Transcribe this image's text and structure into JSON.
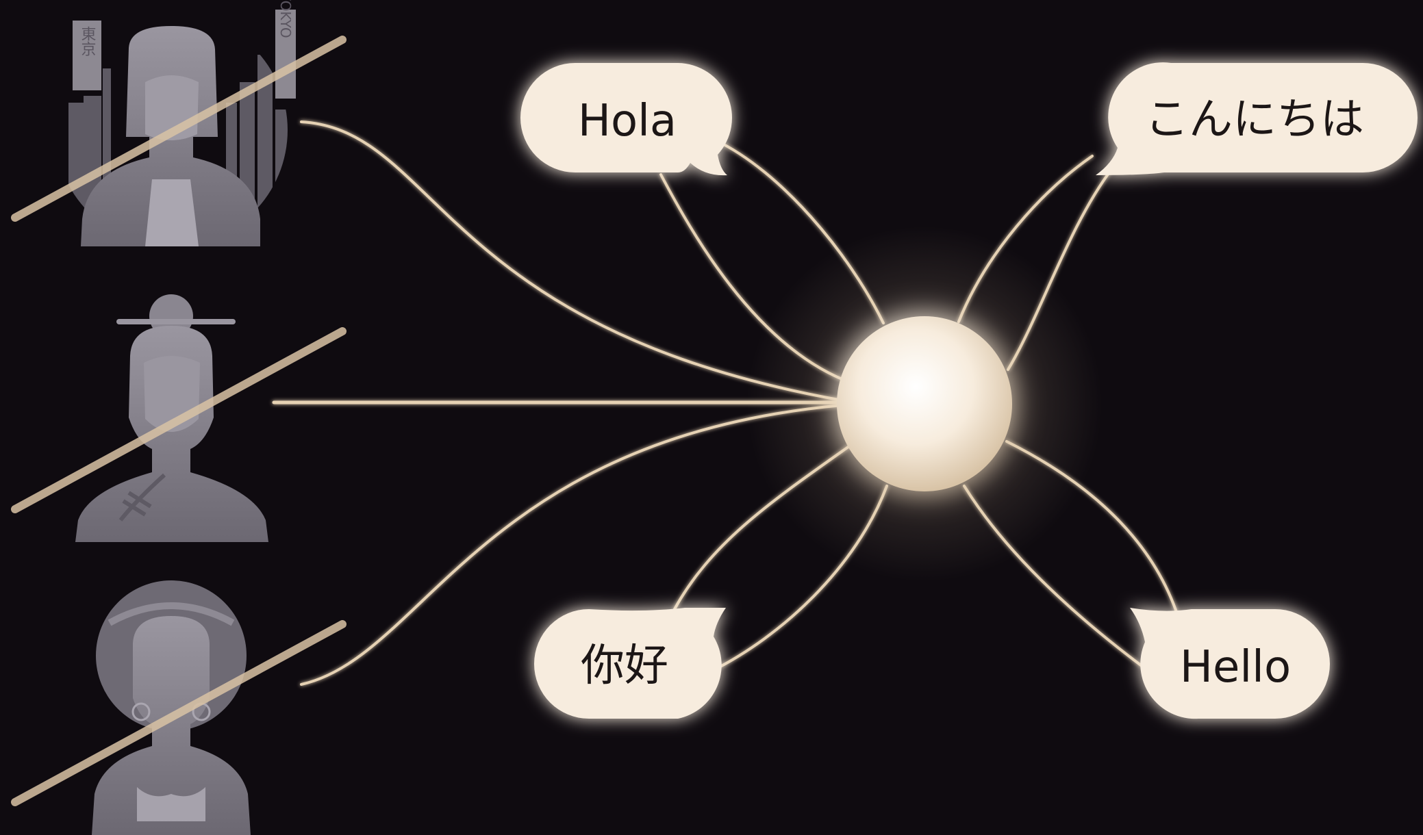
{
  "colors": {
    "background": "#0f0b10",
    "line": "#e6d2b4",
    "bubble_fill": "#f7ecde",
    "hub_fill": "#fbf3e8",
    "figure_gray": "#8a8690",
    "slash": "#d9c3a5"
  },
  "greetings": [
    {
      "id": "hola",
      "text": "Hola"
    },
    {
      "id": "konnichiwa",
      "text": "こんにちは"
    },
    {
      "id": "nihao",
      "text": "你好"
    },
    {
      "id": "hello",
      "text": "Hello"
    }
  ],
  "portraits": [
    {
      "id": "tokyo-woman",
      "sign_left": "東京",
      "sign_right": "TOKYO",
      "crossed_out": true
    },
    {
      "id": "bun-woman",
      "crossed_out": true
    },
    {
      "id": "afro-woman",
      "crossed_out": true
    }
  ],
  "hub": {
    "icon": "glowing-orb-icon"
  }
}
